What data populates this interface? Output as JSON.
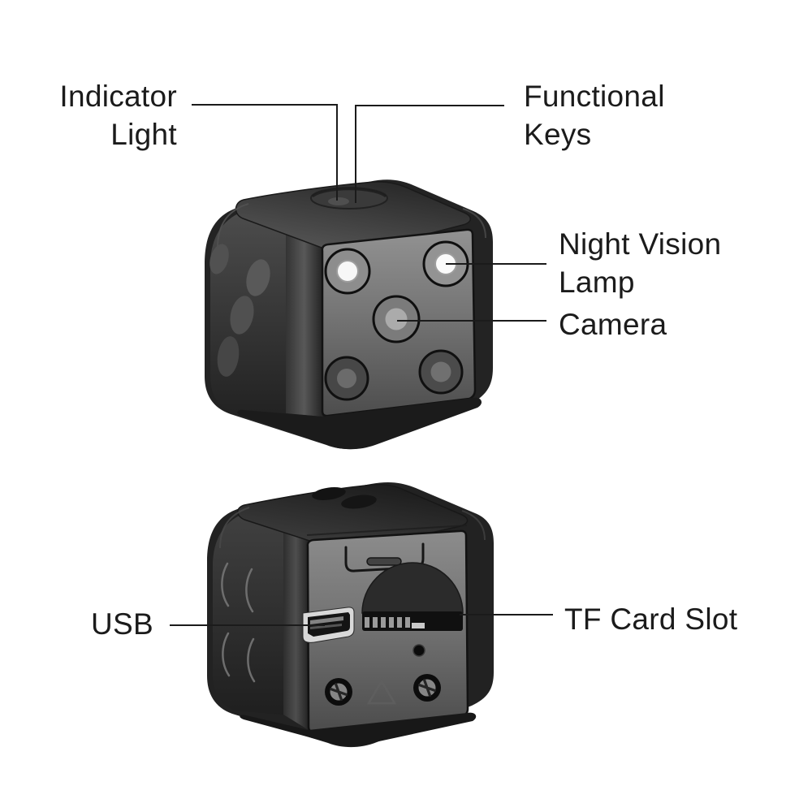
{
  "colors": {
    "background": "#ffffff",
    "text": "#1b1b1b",
    "leader_line": "#1b1b1b",
    "device_body": "#262626",
    "lens_white": "#f7f7f7"
  },
  "diagram": {
    "labels": {
      "indicator_light": {
        "line1": "Indicator",
        "line2": "Light"
      },
      "functional_keys": {
        "line1": "Functional",
        "line2": "Keys"
      },
      "night_vision_lamp": {
        "line1": "Night Vision",
        "line2": "Lamp"
      },
      "camera": {
        "text": "Camera"
      },
      "usb": {
        "text": "USB"
      },
      "tf_card_slot": {
        "text": "TF Card Slot"
      }
    }
  }
}
